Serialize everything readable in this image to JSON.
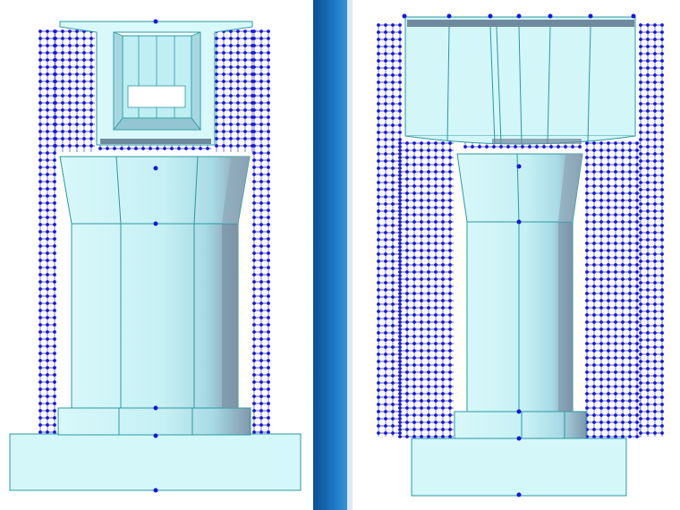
{
  "colors": {
    "background": "#ffffff",
    "divider_dark": "#1262a8",
    "divider_light": "#2f8fd6",
    "model_fill": "#cdf5f7",
    "model_fill_light": "#e3fbfc",
    "model_shade": "#9ed9e4",
    "model_dark": "#6f8a9e",
    "model_stroke": "#2a9aa0",
    "node": "#1515e0",
    "mesh_line": "#2323d6"
  },
  "views": [
    {
      "name": "front-view",
      "components": [
        "cap-beam",
        "column",
        "footing",
        "soil-mesh"
      ]
    },
    {
      "name": "side-view",
      "components": [
        "cap-beam",
        "column",
        "footing",
        "soil-mesh"
      ]
    }
  ]
}
